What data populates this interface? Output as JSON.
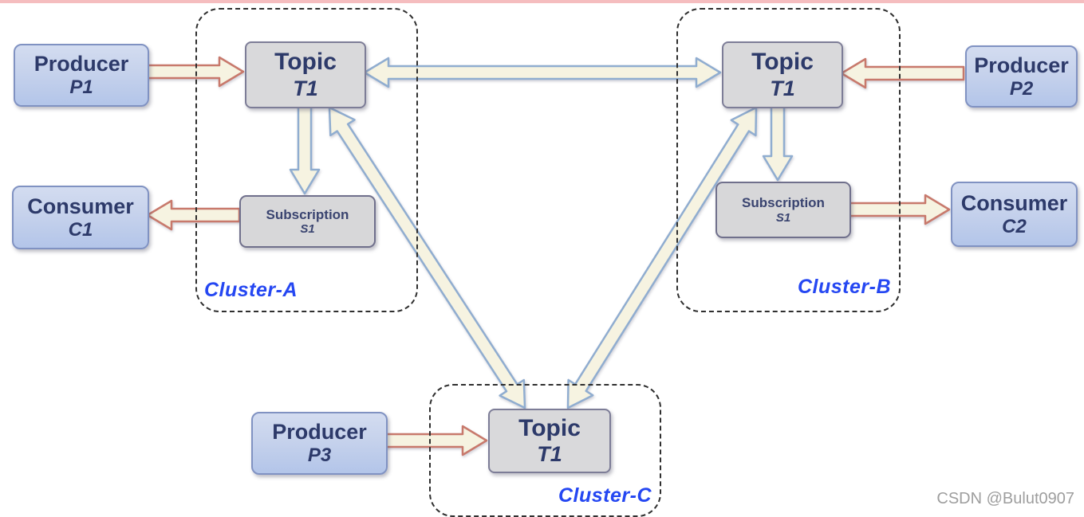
{
  "watermark": "CSDN @Bulut0907",
  "clusters": {
    "a": {
      "label": "Cluster-A"
    },
    "b": {
      "label": "Cluster-B"
    },
    "c": {
      "label": "Cluster-C"
    }
  },
  "nodes": {
    "producer_p1": {
      "line1": "Producer",
      "line2": "P1"
    },
    "producer_p2": {
      "line1": "Producer",
      "line2": "P2"
    },
    "producer_p3": {
      "line1": "Producer",
      "line2": "P3"
    },
    "consumer_c1": {
      "line1": "Consumer",
      "line2": "C1"
    },
    "consumer_c2": {
      "line1": "Consumer",
      "line2": "C2"
    },
    "topic_a": {
      "line1": "Topic",
      "line2": "T1"
    },
    "topic_b": {
      "line1": "Topic",
      "line2": "T1"
    },
    "topic_c": {
      "line1": "Topic",
      "line2": "T1"
    },
    "subscription_a": {
      "line1": "Subscription",
      "line2": "S1"
    },
    "subscription_b": {
      "line1": "Subscription",
      "line2": "S1"
    }
  },
  "edges": [
    {
      "from": "Producer P1",
      "to": "Topic T1 (Cluster-A)",
      "outline": "red",
      "heads": "single"
    },
    {
      "from": "Producer P2",
      "to": "Topic T1 (Cluster-B)",
      "outline": "red",
      "heads": "single"
    },
    {
      "from": "Producer P3",
      "to": "Topic T1 (Cluster-C)",
      "outline": "red",
      "heads": "single"
    },
    {
      "from": "Subscription S1 (Cluster-A)",
      "to": "Consumer C1",
      "outline": "red",
      "heads": "single"
    },
    {
      "from": "Subscription S1 (Cluster-B)",
      "to": "Consumer C2",
      "outline": "red",
      "heads": "single"
    },
    {
      "from": "Topic T1 (Cluster-A)",
      "to": "Subscription S1 (Cluster-A)",
      "outline": "blue",
      "heads": "single"
    },
    {
      "from": "Topic T1 (Cluster-B)",
      "to": "Subscription S1 (Cluster-B)",
      "outline": "blue",
      "heads": "single"
    },
    {
      "from": "Topic T1 (Cluster-A)",
      "to": "Topic T1 (Cluster-B)",
      "outline": "blue",
      "heads": "double"
    },
    {
      "from": "Topic T1 (Cluster-A)",
      "to": "Topic T1 (Cluster-C)",
      "outline": "blue",
      "heads": "double"
    },
    {
      "from": "Topic T1 (Cluster-B)",
      "to": "Topic T1 (Cluster-C)",
      "outline": "blue",
      "heads": "double"
    }
  ],
  "colors": {
    "arrow_fill": "#f6f3e1",
    "arrow_outline_red": "#c8796c",
    "arrow_outline_blue": "#90add0",
    "cluster_label_blue": "#2547f2",
    "node_text_navy": "#2d3a6a",
    "blue_box_fill": "#bfcdea",
    "gray_box_fill": "#d9d9db",
    "top_line_pink": "#f5bdbf",
    "watermark_gray": "#9e9e9e"
  }
}
